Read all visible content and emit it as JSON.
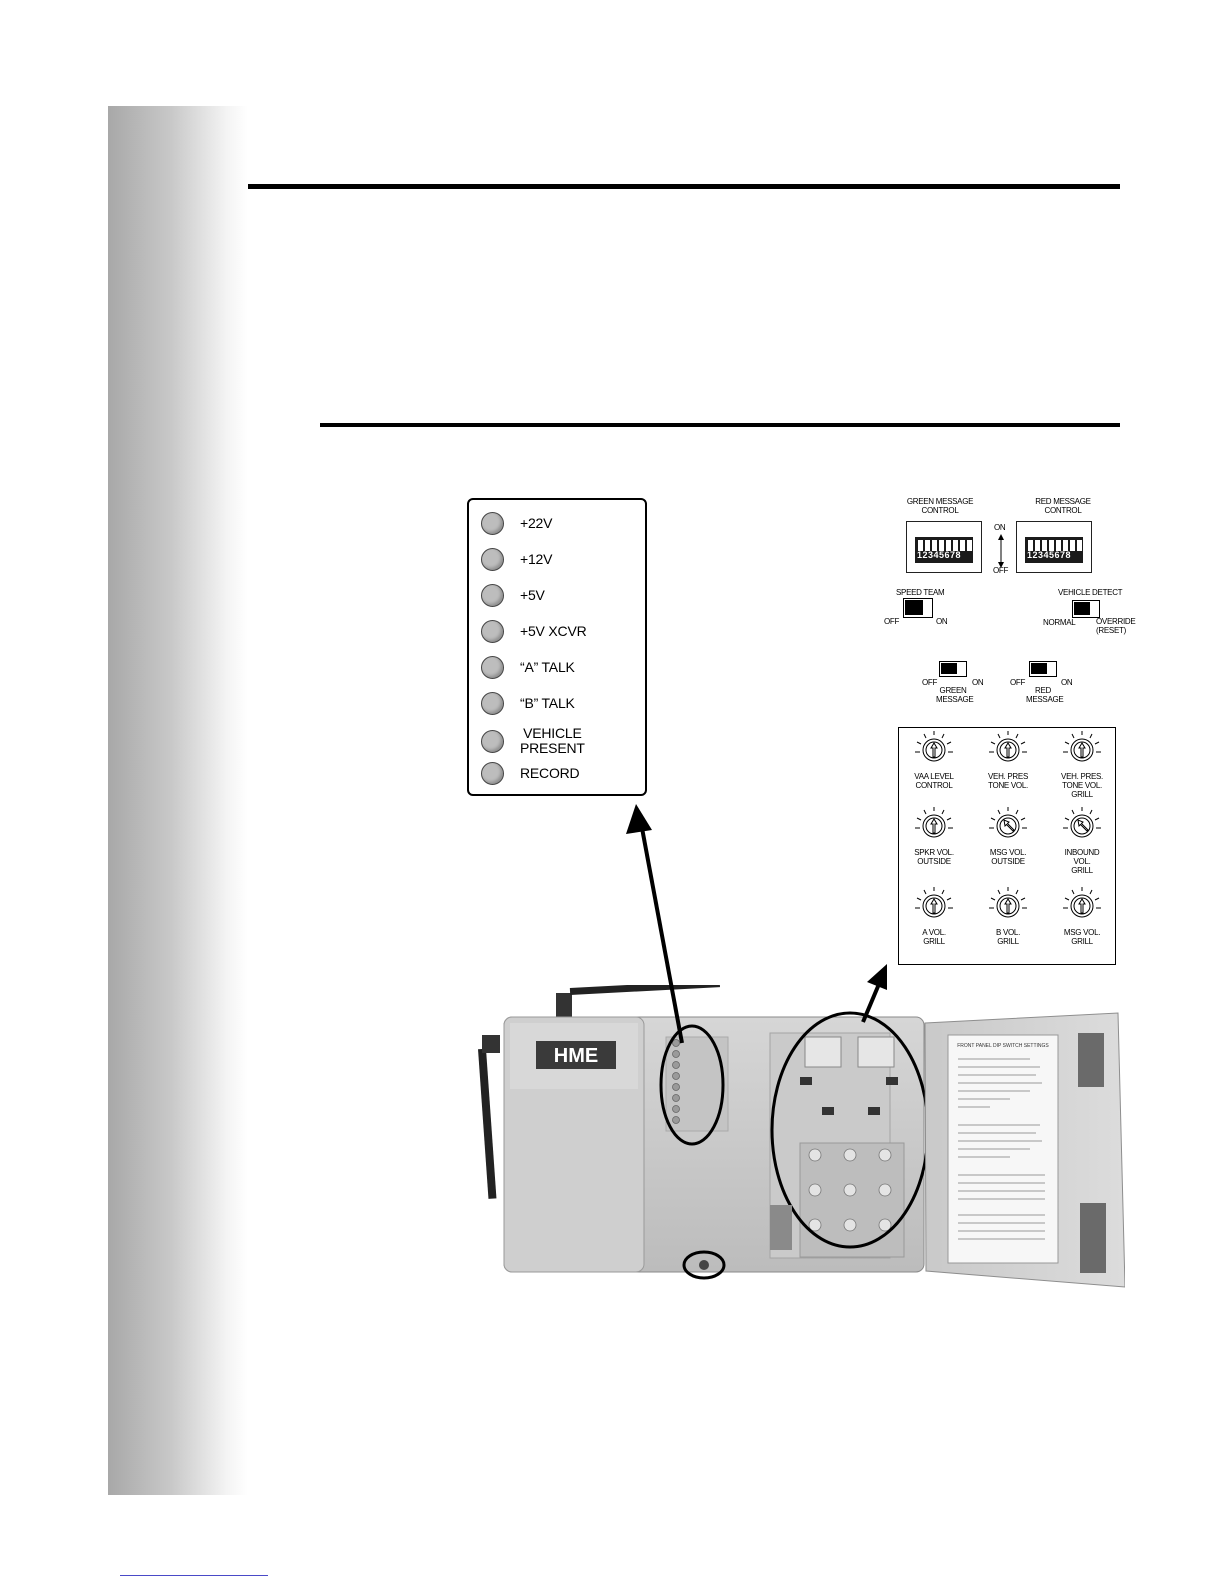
{
  "leds": [
    {
      "label": "+22V"
    },
    {
      "label": "+12V"
    },
    {
      "label": "+5V"
    },
    {
      "label": "+5V XCVR"
    },
    {
      "label": "“A” TALK"
    },
    {
      "label": "“B” TALK"
    },
    {
      "label": "VEHICLE\nPRESENT"
    },
    {
      "label": "RECORD"
    }
  ],
  "controls": {
    "green_msg_control": "GREEN MESSAGE\nCONTROL",
    "red_msg_control": "RED MESSAGE\nCONTROL",
    "dip_numbers": "1 2 3 4 5 6 7 8",
    "on": "ON",
    "off": "OFF",
    "speed_team": "SPEED TEAM",
    "vehicle_detect": "VEHICLE DETECT",
    "normal": "NORMAL",
    "override": "OVERRIDE\n(RESET)",
    "green_message": "GREEN\nMESSAGE",
    "red_message": "RED\nMESSAGE"
  },
  "knobs": [
    {
      "label": "VAA LEVEL\nCONTROL"
    },
    {
      "label": "VEH. PRES\nTONE VOL."
    },
    {
      "label": "VEH. PRES.\nTONE VOL.\nGRILL"
    },
    {
      "label": "SPKR VOL.\nOUTSIDE"
    },
    {
      "label": "MSG VOL.\nOUTSIDE"
    },
    {
      "label": "INBOUND\nVOL.\nGRILL"
    },
    {
      "label": "A VOL.\nGRILL"
    },
    {
      "label": "B VOL.\nGRILL"
    },
    {
      "label": "MSG VOL.\nGRILL"
    }
  ],
  "device": {
    "brand": "HME",
    "card_title": "FRONT PANEL DIP SWITCH SETTINGS"
  }
}
